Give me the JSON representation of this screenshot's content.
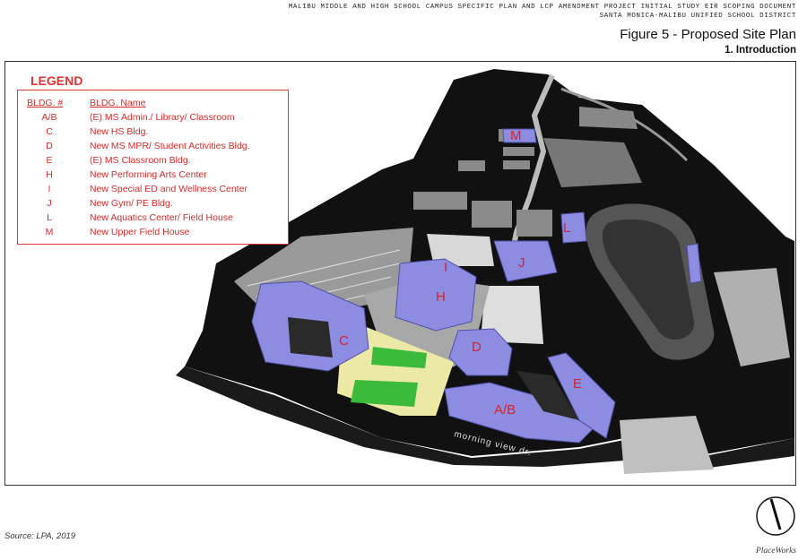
{
  "header": {
    "line1": "MALIBU MIDDLE AND HIGH SCHOOL CAMPUS SPECIFIC PLAN AND LCP AMENDMENT PROJECT INITIAL STUDY EIR SCOPING DOCUMENT",
    "line2": "SANTA MONICA-MALIBU UNIFIED SCHOOL DISTRICT",
    "figure_title": "Figure 5 - Proposed Site Plan",
    "section": "1.  Introduction"
  },
  "legend": {
    "title": "LEGEND",
    "col_code": "BLDG. #",
    "col_name": "BLDG. Name",
    "rows": [
      {
        "code": "A/B",
        "name": "(E) MS Admin./ Library/ Classroom"
      },
      {
        "code": "C",
        "name": "New HS Bldg."
      },
      {
        "code": "D",
        "name": "New MS MPR/ Student Activities Bldg."
      },
      {
        "code": "E",
        "name": "(E) MS Classroom Bldg."
      },
      {
        "code": "H",
        "name": "New Performing Arts Center"
      },
      {
        "code": "I",
        "name": "New Special ED and Wellness Center"
      },
      {
        "code": "J",
        "name": "New Gym/ PE Bldg."
      },
      {
        "code": "L",
        "name": "New Aquatics Center/ Field House"
      },
      {
        "code": "M",
        "name": "New Upper Field House"
      }
    ]
  },
  "map_labels": {
    "ab": "A/B",
    "c": "C",
    "d": "D",
    "e": "E",
    "h": "H",
    "i": "I",
    "j": "J",
    "l": "L",
    "m": "M",
    "street": "morning view dr."
  },
  "colors": {
    "new_building": "#8c8ce0",
    "label_red": "#d8232a",
    "terrain": "#111111",
    "field_green": "#3cba3c",
    "plaza_yellow": "#ece9a6"
  },
  "footer": {
    "source": "Source: LPA, 2019",
    "logo": "PlaceWorks"
  }
}
